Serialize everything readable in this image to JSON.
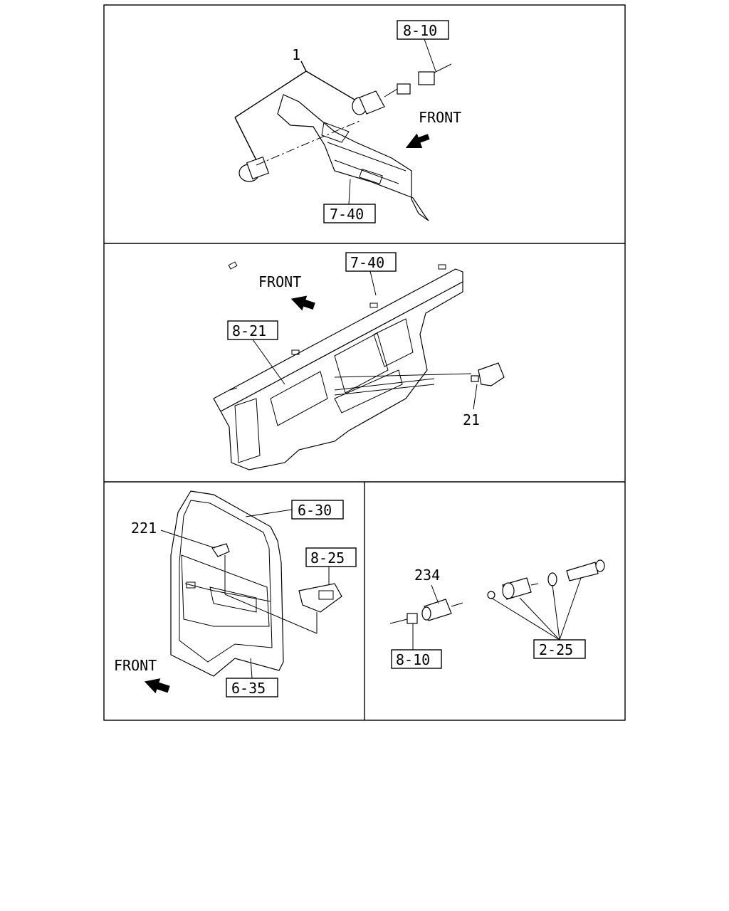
{
  "panels": {
    "top": {
      "callout_ref_1": "8-10",
      "part_number": "1",
      "front_label": "FRONT",
      "callout_ref_2": "7-40"
    },
    "middle": {
      "callout_ref_1": "7-40",
      "front_label": "FRONT",
      "callout_ref_2": "8-21",
      "part_number": "21"
    },
    "bottom_left": {
      "callout_ref_1": "6-30",
      "part_number": "221",
      "callout_ref_2": "8-25",
      "front_label": "FRONT",
      "callout_ref_3": "6-35"
    },
    "bottom_right": {
      "part_number": "234",
      "callout_ref_1": "8-10",
      "callout_ref_2": "2-25"
    }
  }
}
